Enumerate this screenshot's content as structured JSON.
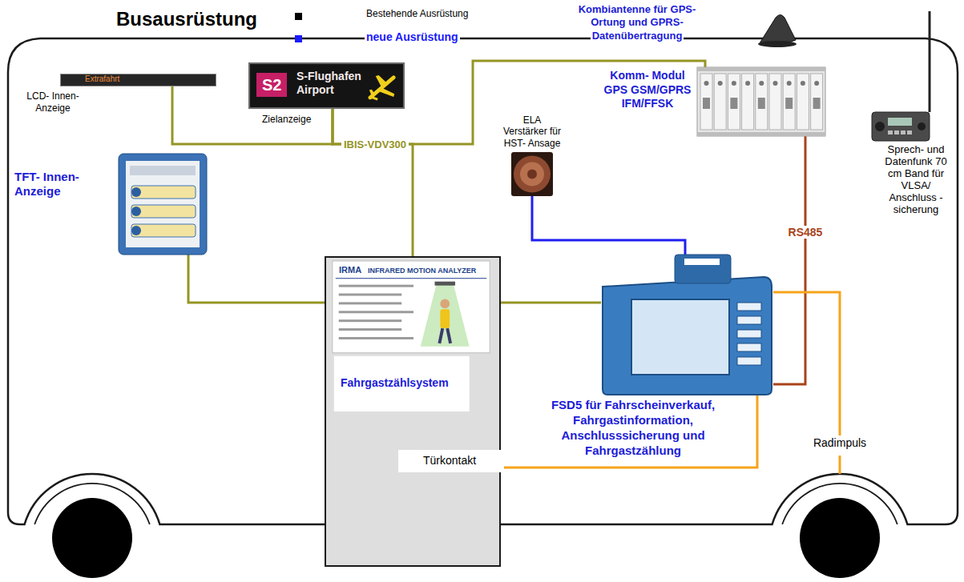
{
  "diagram": {
    "title": "Busausrüstung",
    "nodes": [
      {
        "text": [
          "Extrafahrt",
          "LCD- Innen- Anzeige"
        ]
      },
      {
        "text": [
          "S2",
          "S-Flughafen Airport",
          "Zielanzeige"
        ]
      },
      {
        "text": [
          "Kombiantenne für GPS-Ortung und GPRS- Datenübertragung"
        ]
      },
      {
        "text": [
          "Komm- Modul GPS GSM/GPRS IFM/FFSK"
        ]
      },
      {
        "text": [
          "Sprech- und Datenfunk 70 cm Band für VLSA/ Anschluss -sicherung"
        ]
      },
      {
        "text": [
          "TFT- Innen- Anzeige"
        ]
      },
      {
        "text": [
          "ELA Verstärker für HST- Ansage"
        ]
      },
      {
        "text": [
          "IRMA",
          "INFRARED MOTION ANALYZER",
          "Fahrgastzählsystem"
        ]
      },
      {
        "text": [
          "Türkontakt"
        ],
        "in": 7
      },
      {
        "text": [
          "FSD5 für Fahrscheinverkauf, Fahrgastinformation, Anschlusssicherung und Fahrgastzählung"
        ]
      },
      {
        "text": [
          "Radimpuls"
        ]
      }
    ],
    "edges": [
      {
        "from": 0,
        "to": 1,
        "arrow": "none"
      },
      {
        "from": 1,
        "to": 7,
        "label": "IBIS-VDV300",
        "arrow": "none"
      },
      {
        "from": 1,
        "to": 3,
        "arrow": "none"
      },
      {
        "from": 5,
        "to": 7,
        "arrow": "none"
      },
      {
        "from": 7,
        "to": 9,
        "arrow": "none"
      },
      {
        "from": 6,
        "to": 9,
        "arrow": "none"
      },
      {
        "from": 3,
        "to": 9,
        "label": "RS485",
        "arrow": "none"
      },
      {
        "from": 8,
        "to": 9,
        "arrow": "none"
      },
      {
        "from": 10,
        "to": 9,
        "arrow": "none"
      }
    ],
    "legend": [
      {
        "text": "Bestehende Ausrüstung",
        "color": "#000000"
      },
      {
        "text": "neue Ausrüstung",
        "color": "#1a1aff"
      }
    ]
  }
}
